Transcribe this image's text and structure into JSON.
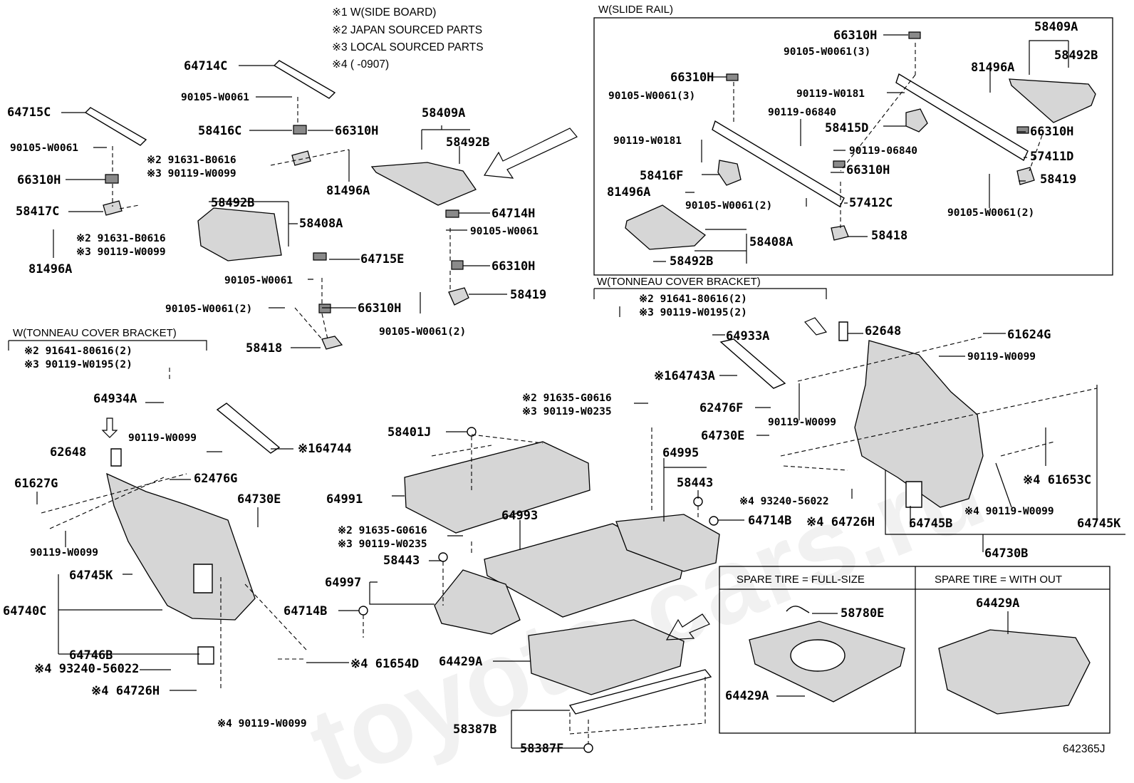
{
  "notes": [
    "※1  W(SIDE BOARD)",
    "※2 JAPAN SOURCED PARTS",
    "※3 LOCAL SOURCED PARTS",
    "※4 (    -0907)"
  ],
  "boxes": {
    "slide_rail": "W(SLIDE RAIL)",
    "tonneau_right": "W(TONNEAU COVER BRACKET)",
    "tonneau_left": "W(TONNEAU COVER BRACKET)",
    "spare_full": "SPARE TIRE = FULL-SIZE",
    "spare_without": "SPARE TIRE = WITH OUT"
  },
  "watermark": "toyota-cars.ru",
  "diagram_id": "642365J",
  "labels": {
    "l64714C": "64714C",
    "l90105a": "90105-W0061",
    "l64715C": "64715C",
    "l58416C": "58416C",
    "l66310Ha": "66310H",
    "l90105b": "90105-W0061",
    "l91631a": "※2 91631-B0616",
    "l90119a": "※3 90119-W0099",
    "l66310Hb": "66310H",
    "l81496Aa": "81496A",
    "l58417C": "58417C",
    "l91631b": "※2 91631-B0616",
    "l90119b": "※3 90119-W0099",
    "l81496Ab": "81496A",
    "l58492Ba": "58492B",
    "l58408Aa": "58408A",
    "l58409Aa": "58409A",
    "l58492Bb": "58492B",
    "l64714H": "64714H",
    "l90105c": "90105-W0061",
    "l66310Hc": "66310H",
    "l58419a": "58419",
    "l90105d": "90105-W0061(2)",
    "l64715E": "64715E",
    "l90105e": "90105-W0061",
    "l90105f": "90105-W0061(2)",
    "l66310Hd": "66310H",
    "l58418a": "58418",
    "r66310Ha": "66310H",
    "r90105a": "90105-W0061(3)",
    "r58409A": "58409A",
    "r58492Ba": "58492B",
    "r66310Hb": "66310H",
    "r90105b": "90105-W0061(3)",
    "r81496Aa": "81496A",
    "r90119a": "90119-W0181",
    "r90119b": "90119-06840",
    "r58415D": "58415D",
    "r66310Hc": "66310H",
    "r90119c": "90119-W0181",
    "r90119d": "90119-06840",
    "r57411D": "57411D",
    "r58416F": "58416F",
    "r66310Hd": "66310H",
    "r58419": "58419",
    "r81496Ab": "81496A",
    "r90105c": "90105-W0061(2)",
    "r57412C": "57412C",
    "r90105d": "90105-W0061(2)",
    "r58418": "58418",
    "r58408A": "58408A",
    "r58492Bb": "58492B",
    "t91641": "※2 91641-80616(2)",
    "t90119": "※3 90119-W0195(2)",
    "t64933A": "64933A",
    "t62648": "62648",
    "t61624G": "61624G",
    "t90119b": "90119-W0099",
    "t64743A": "※164743A",
    "t62476F": "62476F",
    "t90119c": "90119-W0099",
    "t64730E": "64730E",
    "t61653C": "※4 61653C",
    "t93240": "※4 93240-56022",
    "t64726H": "※4 64726H",
    "t64745B": "64745B",
    "t90119d": "※4 90119-W0099",
    "t64745K": "64745K",
    "t64730B": "64730B",
    "w91641": "※2 91641-80616(2)",
    "w90119": "※3 90119-W0195(2)",
    "w64934A": "64934A",
    "w90119b": "90119-W0099",
    "w64744": "※164744",
    "w62648": "62648",
    "w61627G": "61627G",
    "w62476G": "62476G",
    "w64730E": "64730E",
    "w90119c": "90119-W0099",
    "w64745K": "64745K",
    "w64740C": "64740C",
    "w64746B": "64746B",
    "w93240": "※4 93240-56022",
    "w64726H": "※4 64726H",
    "w90119d": "※4 90119-W0099",
    "w61654D": "※4 61654D",
    "c91635a": "※2 91635-G0616",
    "c90119a": "※3 90119-W0235",
    "c58401J": "58401J",
    "c64991": "64991",
    "c64993": "64993",
    "c91635b": "※2 91635-G0616",
    "c90119b": "※3 90119-W0235",
    "c58443a": "58443",
    "c64997": "64997",
    "c64714B": "64714B",
    "c64995": "64995",
    "c58443b": "58443",
    "c64714Bb": "64714B",
    "c64429A": "64429A",
    "c58387B": "58387B",
    "c58387F": "58387F",
    "s58780E": "58780E",
    "s64429Aa": "64429A",
    "s64429Ab": "64429A"
  }
}
